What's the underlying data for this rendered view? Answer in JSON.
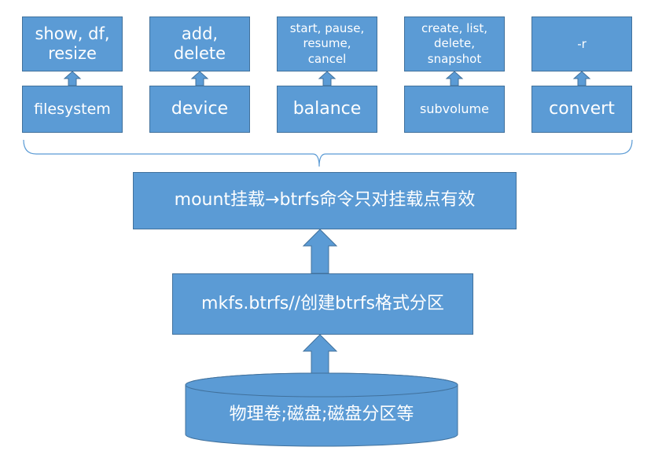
{
  "colors": {
    "box_fill": "#5b9bd5",
    "box_border": "#41719c",
    "text": "#ffffff",
    "connector": "#5b9bd5"
  },
  "top_row": [
    {
      "command": "filesystem",
      "actions": "show, df,\nresize"
    },
    {
      "command": "device",
      "actions": "add,\ndelete"
    },
    {
      "command": "balance",
      "actions": "start, pause,\nresume,\ncancel"
    },
    {
      "command": "subvolume",
      "actions": "create, list,\ndelete,\nsnapshot"
    },
    {
      "command": "convert",
      "actions": "-r"
    }
  ],
  "mount_box": "mount挂载→btrfs命令只对挂载点有效",
  "mkfs_box": "mkfs.btrfs//创建btrfs格式分区",
  "storage_cylinder": "物理卷;磁盘;磁盘分区等"
}
